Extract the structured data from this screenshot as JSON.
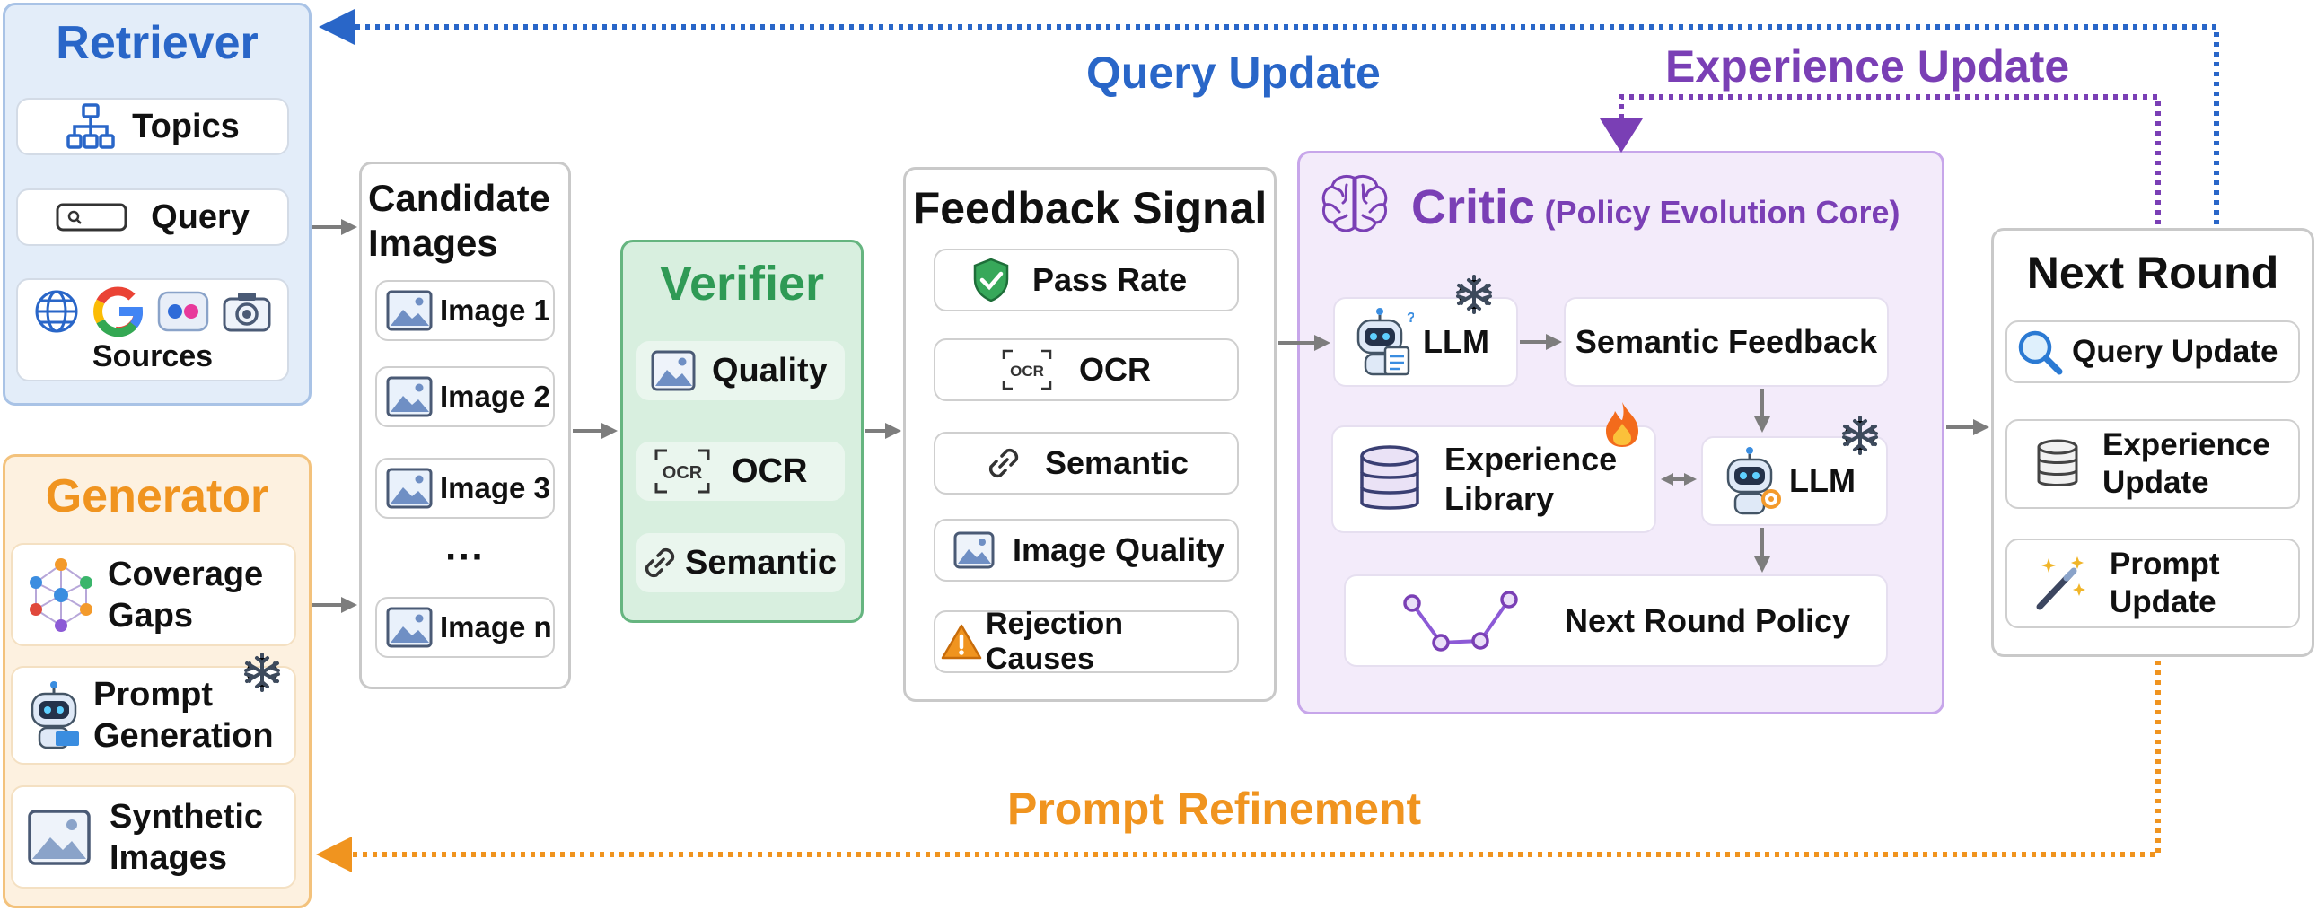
{
  "colors": {
    "blue": "#2966c8",
    "green": "#2f9a55",
    "purple": "#7a3fb5",
    "orange": "#f0941f",
    "gray": "#7d7d7d"
  },
  "retriever": {
    "title": "Retriever",
    "topics": "Topics",
    "query": "Query",
    "sources": "Sources",
    "source_icons": [
      "globe-icon",
      "google-icon",
      "flickr-icon",
      "camera-icon"
    ]
  },
  "generator": {
    "title": "Generator",
    "coverage": "Coverage Gaps",
    "prompt": "Prompt Generation",
    "synthetic": "Synthetic Images"
  },
  "candidates": {
    "title": "Candidate Images",
    "items": [
      "Image 1",
      "Image 2",
      "Image 3",
      "Image n"
    ],
    "ellipsis": "···"
  },
  "verifier": {
    "title": "Verifier",
    "items": [
      "Quality",
      "OCR",
      "Semantic"
    ]
  },
  "feedback": {
    "title": "Feedback Signal",
    "items": [
      "Pass Rate",
      "OCR",
      "Semantic",
      "Image Quality",
      "Rejection Causes"
    ]
  },
  "critic": {
    "title": "Critic",
    "subtitle": "(Policy Evolution Core)",
    "llm1": "LLM",
    "semantic_feedback": "Semantic Feedback",
    "experience_library": "Experience Library",
    "llm2": "LLM",
    "next_policy": "Next Round Policy"
  },
  "next_round": {
    "title": "Next Round",
    "items": [
      "Query Update",
      "Experience Update",
      "Prompt Update"
    ]
  },
  "loops": {
    "query_update": "Query Update",
    "experience_update": "Experience Update",
    "prompt_refinement": "Prompt Refinement"
  },
  "ocr_glyph": "OCR"
}
